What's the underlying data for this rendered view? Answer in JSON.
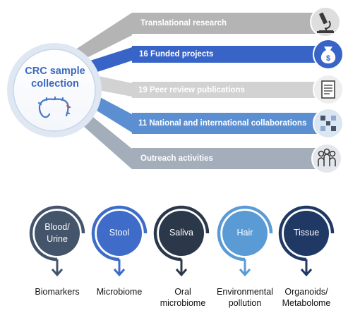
{
  "hub": {
    "title": "CRC sample collection"
  },
  "outcomes": [
    {
      "label": "Translational research",
      "icon": "microscope-icon",
      "color": "#b4b4b4"
    },
    {
      "label": "16 Funded projects",
      "icon": "money-bag-icon",
      "color": "#3864c8"
    },
    {
      "label": "19 Peer review publications",
      "icon": "document-icon",
      "color": "#d2d2d2"
    },
    {
      "label": "11 National and international collaborations",
      "icon": "network-icon",
      "color": "#5b8fd2"
    },
    {
      "label": "Outreach activities",
      "icon": "people-icon",
      "color": "#a4aebb"
    }
  ],
  "samples": [
    {
      "label": "Blood/\nUrine",
      "output": "Biomarkers",
      "color": "#44546a"
    },
    {
      "label": "Stool",
      "output": "Microbiome",
      "color": "#3e6cc8"
    },
    {
      "label": "Saliva",
      "output": "Oral\nmicrobiome",
      "color": "#2b3849"
    },
    {
      "label": "Hair",
      "output": "Environmental\npollution",
      "color": "#5b9bd5"
    },
    {
      "label": "Tissue",
      "output": "Organoids/\nMetabolome",
      "color": "#1f3864"
    }
  ]
}
